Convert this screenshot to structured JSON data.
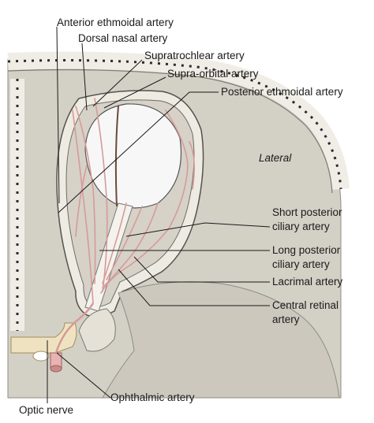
{
  "labels": {
    "anterior_ethmoidal": "Anterior ethmoidal artery",
    "dorsal_nasal": "Dorsal nasal artery",
    "supratrochlear": "Supratrochlear artery",
    "supraorbital": "Supra-orbital artery",
    "posterior_ethmoidal": "Posterior ethmoidal artery",
    "lateral": "Lateral",
    "short_posterior_ciliary_1": "Short posterior",
    "short_posterior_ciliary_2": "ciliary artery",
    "long_posterior_ciliary_1": "Long posterior",
    "long_posterior_ciliary_2": "ciliary artery",
    "lacrimal": "Lacrimal artery",
    "central_retinal_1": "Central retinal",
    "central_retinal_2": "artery",
    "ophthalmic": "Ophthalmic artery",
    "optic_nerve": "Optic nerve"
  },
  "colors": {
    "bone": "#c9c6bb",
    "bone_dark": "#8f8c84",
    "skull_outer": "#e6e3da",
    "orbit_wall": "#f4f2ec",
    "eyeball": "#f7f7f7",
    "artery": "#e8b3b3",
    "artery_stroke": "#b97d7d",
    "optic_nerve": "#efe2c0",
    "leader": "#1a1a1a"
  }
}
